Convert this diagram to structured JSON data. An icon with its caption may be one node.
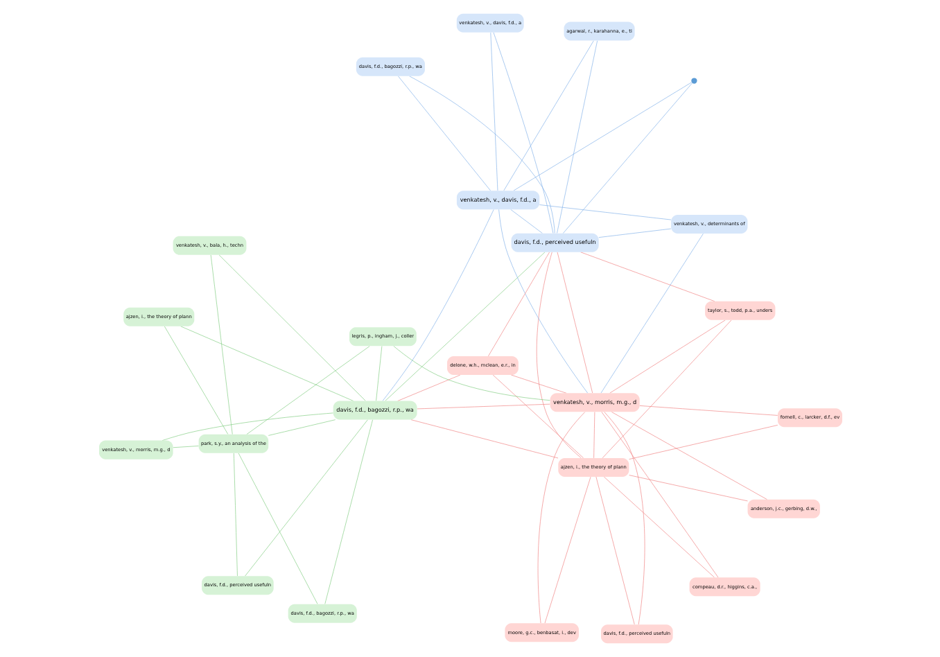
{
  "diagram": {
    "nodes": [
      {
        "text": [
          "ajzen, i., the theory of plann"
        ]
      },
      {
        "text": [
          "anderson, j.c., gerbing, d.w.,"
        ]
      },
      {
        "text": [
          "davis, f.d., perceived usefuln"
        ]
      },
      {
        "text": [
          "legris, p., ingham, j., coller"
        ]
      },
      {
        "text": [
          "fornell, c., larcker, d.f., ev"
        ]
      },
      {
        "text": [
          "venkatesh, v., morris, m.g., d"
        ]
      },
      {
        "text": [
          "park, s.y., an analysis of the"
        ]
      },
      {
        "text": [
          "compeau, d.r., higgins, c.a.,"
        ]
      },
      {
        "text": [
          "moore, g.c., benbasat, i., dev"
        ]
      },
      {
        "text": [
          "davis, f.d., perceived usefuln"
        ]
      },
      {
        "text": [
          "taylor, s., todd, p.a., unders"
        ]
      },
      {
        "text": [
          "venkatesh, v., morris, m.g., d"
        ]
      },
      {
        "text": [],
        "shape": "circle"
      },
      {
        "text": [
          "venkatesh, v., determinants of"
        ]
      },
      {
        "text": [
          "venkatesh, v., bala, h., techn"
        ]
      },
      {
        "text": [
          "davis, f.d., bagozzi, r.p., wa"
        ]
      },
      {
        "text": [
          "davis, f.d., bagozzi, r.p., wa"
        ]
      },
      {
        "text": [
          "davis, f.d., bagozzi, r.p., wa"
        ]
      },
      {
        "text": [
          "venkatesh, v., davis, f.d., a"
        ]
      },
      {
        "text": [
          "venkatesh, v., davis, f.d., a"
        ]
      },
      {
        "text": [
          "ajzen, i., the theory of plann"
        ]
      },
      {
        "text": [
          "delone, w.h., mclean, e.r., in"
        ]
      },
      {
        "text": [
          "davis, f.d., perceived usefuln"
        ]
      },
      {
        "text": [
          "agarwal, r., karahanna, e., ti"
        ]
      }
    ],
    "edges": [
      {
        "from": 0,
        "to": 1,
        "arrow": "none",
        "color": "#f08080"
      },
      {
        "from": 0,
        "to": 2,
        "arrow": "none",
        "color": "#f08080"
      },
      {
        "from": 0,
        "to": 4,
        "arrow": "none",
        "color": "#f08080"
      },
      {
        "from": 0,
        "to": 5,
        "arrow": "none",
        "color": "#f08080"
      },
      {
        "from": 0,
        "to": 7,
        "arrow": "none",
        "color": "#f08080"
      },
      {
        "from": 0,
        "to": 8,
        "arrow": "none",
        "color": "#f08080"
      },
      {
        "from": 0,
        "to": 10,
        "arrow": "none",
        "color": "#f08080"
      },
      {
        "from": 0,
        "to": 21,
        "arrow": "none",
        "color": "#f08080"
      },
      {
        "from": 5,
        "to": 1,
        "arrow": "none",
        "color": "#f08080"
      },
      {
        "from": 5,
        "to": 2,
        "arrow": "none",
        "color": "#f08080"
      },
      {
        "from": 5,
        "to": 4,
        "arrow": "none",
        "color": "#f08080"
      },
      {
        "from": 5,
        "to": 7,
        "arrow": "none",
        "color": "#f08080"
      },
      {
        "from": 5,
        "to": 8,
        "arrow": "none",
        "color": "#f08080"
      },
      {
        "from": 5,
        "to": 10,
        "arrow": "none",
        "color": "#f08080"
      },
      {
        "from": 5,
        "to": 21,
        "arrow": "none",
        "color": "#f08080"
      },
      {
        "from": 15,
        "to": 3,
        "arrow": "none",
        "color": "#80cc80"
      },
      {
        "from": 15,
        "to": 6,
        "arrow": "none",
        "color": "#80cc80"
      },
      {
        "from": 15,
        "to": 9,
        "arrow": "none",
        "color": "#80cc80"
      },
      {
        "from": 15,
        "to": 11,
        "arrow": "none",
        "color": "#80cc80"
      },
      {
        "from": 15,
        "to": 14,
        "arrow": "none",
        "color": "#80cc80"
      },
      {
        "from": 15,
        "to": 16,
        "arrow": "none",
        "color": "#80cc80"
      },
      {
        "from": 15,
        "to": 20,
        "arrow": "none",
        "color": "#80cc80"
      },
      {
        "from": 6,
        "to": 3,
        "arrow": "none",
        "color": "#80cc80"
      },
      {
        "from": 6,
        "to": 9,
        "arrow": "none",
        "color": "#80cc80"
      },
      {
        "from": 6,
        "to": 11,
        "arrow": "none",
        "color": "#80cc80"
      },
      {
        "from": 6,
        "to": 14,
        "arrow": "none",
        "color": "#80cc80"
      },
      {
        "from": 6,
        "to": 16,
        "arrow": "none",
        "color": "#80cc80"
      },
      {
        "from": 6,
        "to": 20,
        "arrow": "none",
        "color": "#80cc80"
      },
      {
        "from": 22,
        "to": 12,
        "arrow": "none",
        "color": "#80b0e8"
      },
      {
        "from": 22,
        "to": 13,
        "arrow": "none",
        "color": "#80b0e8"
      },
      {
        "from": 22,
        "to": 17,
        "arrow": "none",
        "color": "#80b0e8"
      },
      {
        "from": 22,
        "to": 18,
        "arrow": "none",
        "color": "#80b0e8"
      },
      {
        "from": 22,
        "to": 19,
        "arrow": "none",
        "color": "#80b0e8"
      },
      {
        "from": 22,
        "to": 23,
        "arrow": "none",
        "color": "#80b0e8"
      },
      {
        "from": 18,
        "to": 12,
        "arrow": "none",
        "color": "#80b0e8"
      },
      {
        "from": 18,
        "to": 13,
        "arrow": "none",
        "color": "#80b0e8"
      },
      {
        "from": 18,
        "to": 17,
        "arrow": "none",
        "color": "#80b0e8"
      },
      {
        "from": 18,
        "to": 19,
        "arrow": "none",
        "color": "#80b0e8"
      },
      {
        "from": 18,
        "to": 23,
        "arrow": "none",
        "color": "#80b0e8"
      },
      {
        "from": 5,
        "to": 15,
        "arrow": "none",
        "color": "#f08080"
      },
      {
        "from": 5,
        "to": 22,
        "arrow": "none",
        "color": "#f08080"
      },
      {
        "from": 15,
        "to": 22,
        "arrow": "none",
        "color": "#80cc80"
      },
      {
        "from": 0,
        "to": 15,
        "arrow": "none",
        "color": "#f08080"
      },
      {
        "from": 0,
        "to": 22,
        "arrow": "none",
        "color": "#f08080"
      },
      {
        "from": 18,
        "to": 15,
        "arrow": "none",
        "color": "#80b0e8"
      },
      {
        "from": 18,
        "to": 5,
        "arrow": "none",
        "color": "#80b0e8"
      },
      {
        "from": 13,
        "to": 5,
        "arrow": "none",
        "color": "#80b0e8"
      },
      {
        "from": 10,
        "to": 22,
        "arrow": "none",
        "color": "#f08080"
      },
      {
        "from": 3,
        "to": 5,
        "arrow": "none",
        "color": "#80cc80"
      },
      {
        "from": 21,
        "to": 15,
        "arrow": "none",
        "color": "#f08080"
      },
      {
        "from": 21,
        "to": 22,
        "arrow": "none",
        "color": "#f08080"
      }
    ]
  }
}
